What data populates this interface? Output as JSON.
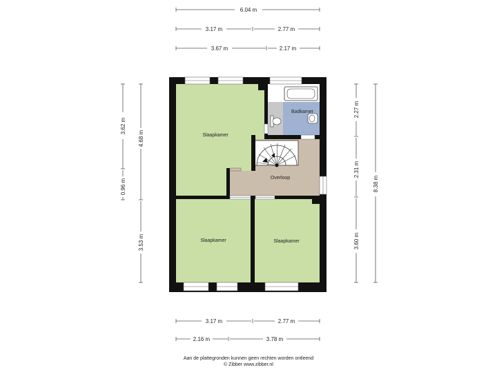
{
  "dimensions": {
    "top_total": "6.04 m",
    "top_row2_left": "3.17 m",
    "top_row2_right": "2.77 m",
    "top_row3_left": "3.67 m",
    "top_row3_right": "2.17 m",
    "bottom_row1_left": "3.17 m",
    "bottom_row1_right": "2.77 m",
    "bottom_row2_left": "2.16 m",
    "bottom_row2_right": "3.78 m",
    "left_upper": "3.62 m",
    "left_upper_long": "4.68 m",
    "left_mid": "0.96 m",
    "left_lower": "3.53 m",
    "right_upper": "2.27 m",
    "right_mid": "2.31 m",
    "right_lower": "3.60 m",
    "right_total": "8.38 m"
  },
  "rooms": {
    "bedroom_top_left": "Slaapkamer",
    "bathroom": "Badkamer",
    "landing": "Overloop",
    "bedroom_bottom_left": "Slaapkamer",
    "bedroom_bottom_right": "Slaapkamer"
  },
  "footer": {
    "disclaimer": "Aan de plattegronden kunnen geen rechten worden ontleend",
    "copyright": "© Zibber www.zibber.nl"
  },
  "colors": {
    "bedroom": "#c9dfa6",
    "bathroom": "#9fb2d2",
    "landing": "#cbbdac",
    "wall": "#111111",
    "toilet_area": "#c8c8c8"
  }
}
